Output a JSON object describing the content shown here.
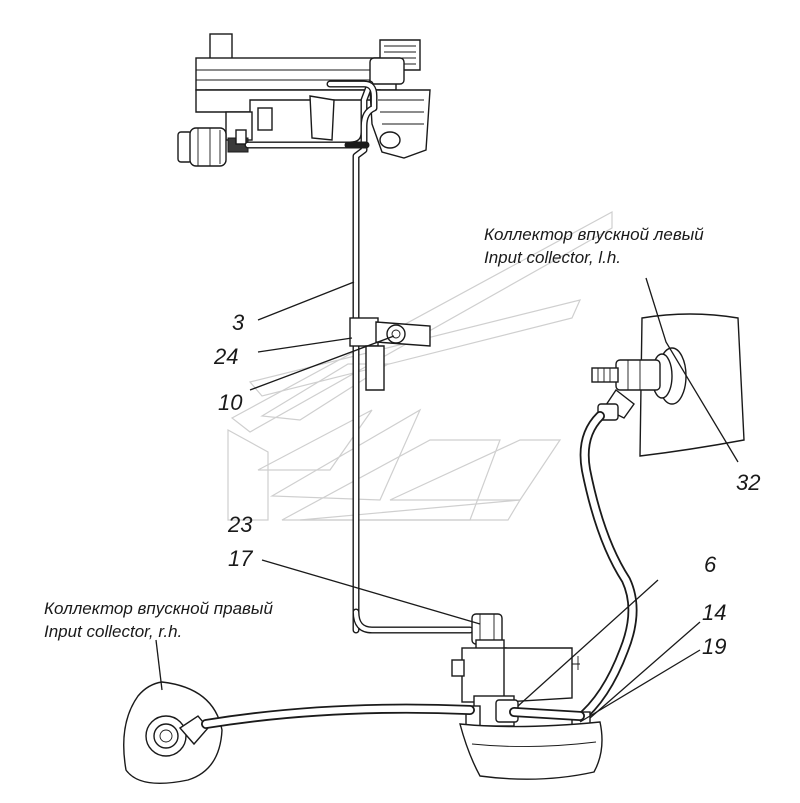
{
  "labels": {
    "collector_left_ru": "Коллектор впускной левый",
    "collector_left_en": "Input collector, l.h.",
    "collector_right_ru": "Коллектор впускной правый",
    "collector_right_en": "Input collector, r.h."
  },
  "callouts": {
    "p3": "3",
    "p24": "24",
    "p10": "10",
    "p32": "32",
    "p23": "23",
    "p17": "17",
    "p6": "6",
    "p14": "14",
    "p19": "19"
  }
}
